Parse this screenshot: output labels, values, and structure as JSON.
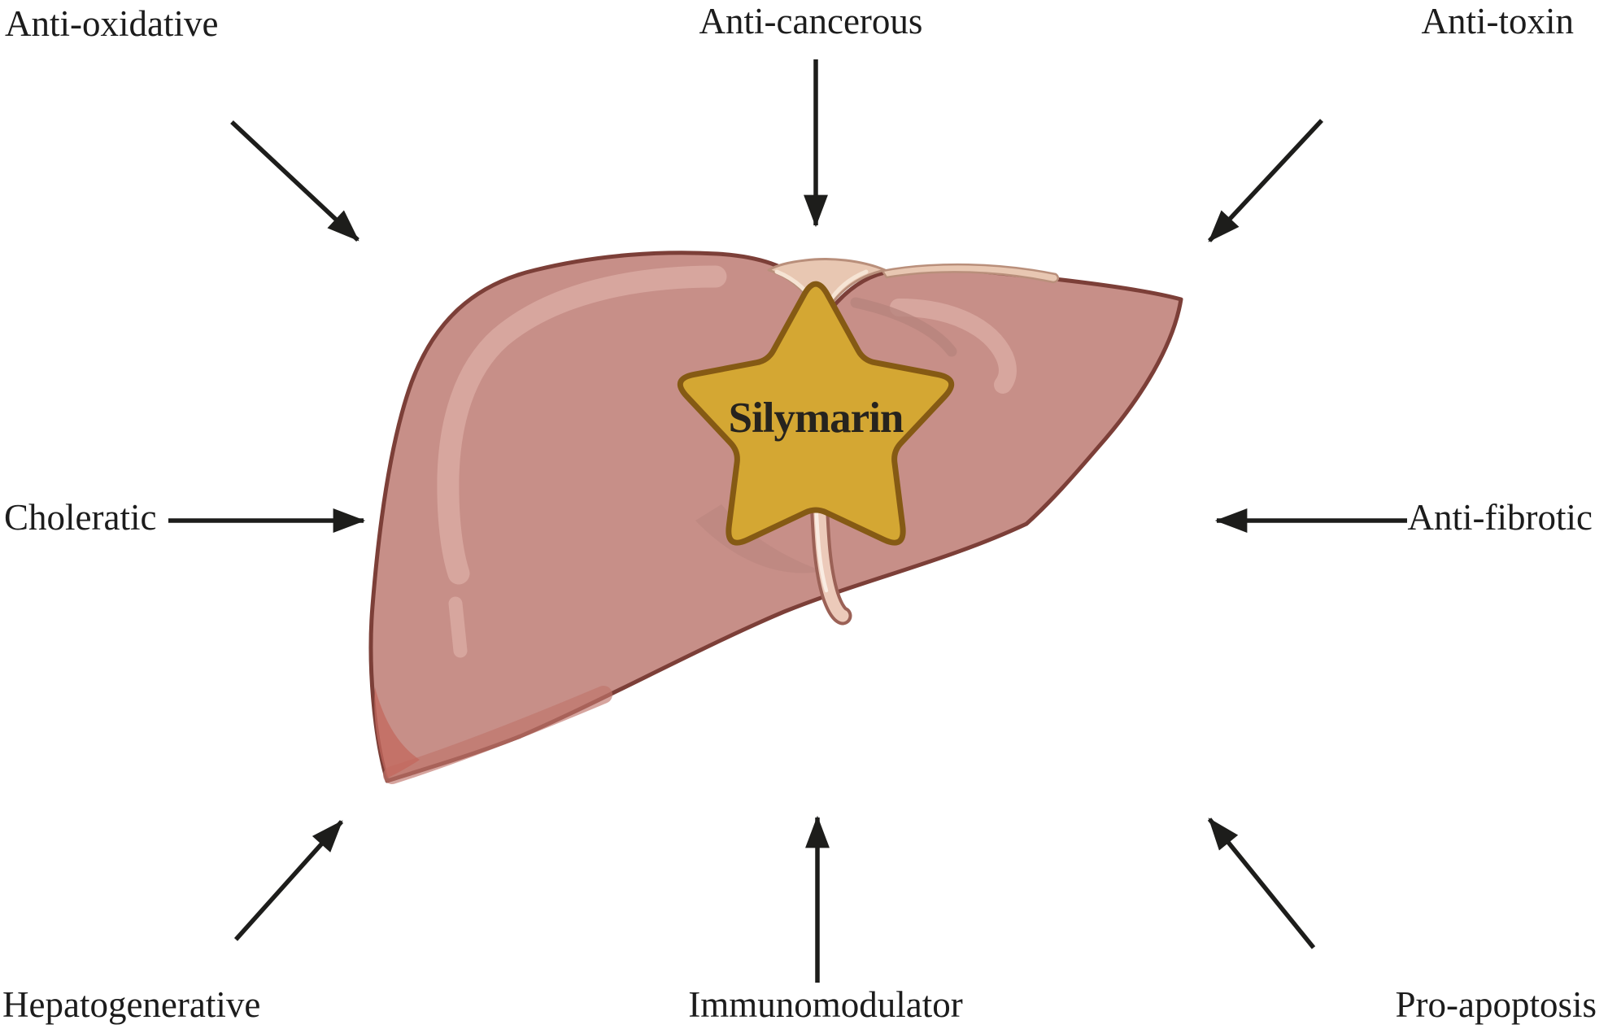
{
  "figure": {
    "title": "Silymarin hepatoprotective properties diagram",
    "center_label": "Silymarin",
    "organ": "liver",
    "properties": [
      {
        "id": "anti-oxidative",
        "label": "Anti-oxidative",
        "position": "top-left",
        "arrow_direction": "down-right"
      },
      {
        "id": "anti-cancerous",
        "label": "Anti-cancerous",
        "position": "top-center",
        "arrow_direction": "down"
      },
      {
        "id": "anti-toxin",
        "label": "Anti-toxin",
        "position": "top-right",
        "arrow_direction": "down-left"
      },
      {
        "id": "choleratic",
        "label": "Choleratic",
        "position": "middle-left",
        "arrow_direction": "right"
      },
      {
        "id": "anti-fibrotic",
        "label": "Anti-fibrotic",
        "position": "middle-right",
        "arrow_direction": "left"
      },
      {
        "id": "hepatogenerative",
        "label": "Hepatogenerative",
        "position": "bottom-left",
        "arrow_direction": "up-right"
      },
      {
        "id": "immunomodulator",
        "label": "Immunomodulator",
        "position": "bottom-center",
        "arrow_direction": "up"
      },
      {
        "id": "pro-apoptosis",
        "label": "Pro-apoptosis",
        "position": "bottom-right",
        "arrow_direction": "up-left"
      }
    ],
    "colors": {
      "background": "#ffffff",
      "label_text": "#1c1c1c",
      "arrow": "#1d1d1b",
      "liver_fill": "#c78f88",
      "liver_outline": "#7c3f38",
      "liver_highlight": "#d7a69e",
      "liver_shadow": "#b5837c",
      "liver_bottom_shade": "#c0746c",
      "liver_tip_shade": "#c3685e",
      "ligament_fill": "#e8c7b2",
      "ligament_line": "#b98f7b",
      "ligament_highlight": "#f6e4d4",
      "duct_outline": "#9b6156",
      "duct_fill": "#eccaba",
      "duct_highlight": "#f9ece2",
      "star_fill": "#d4a733",
      "star_outline": "#855a14",
      "star_text": "#26231e"
    }
  }
}
